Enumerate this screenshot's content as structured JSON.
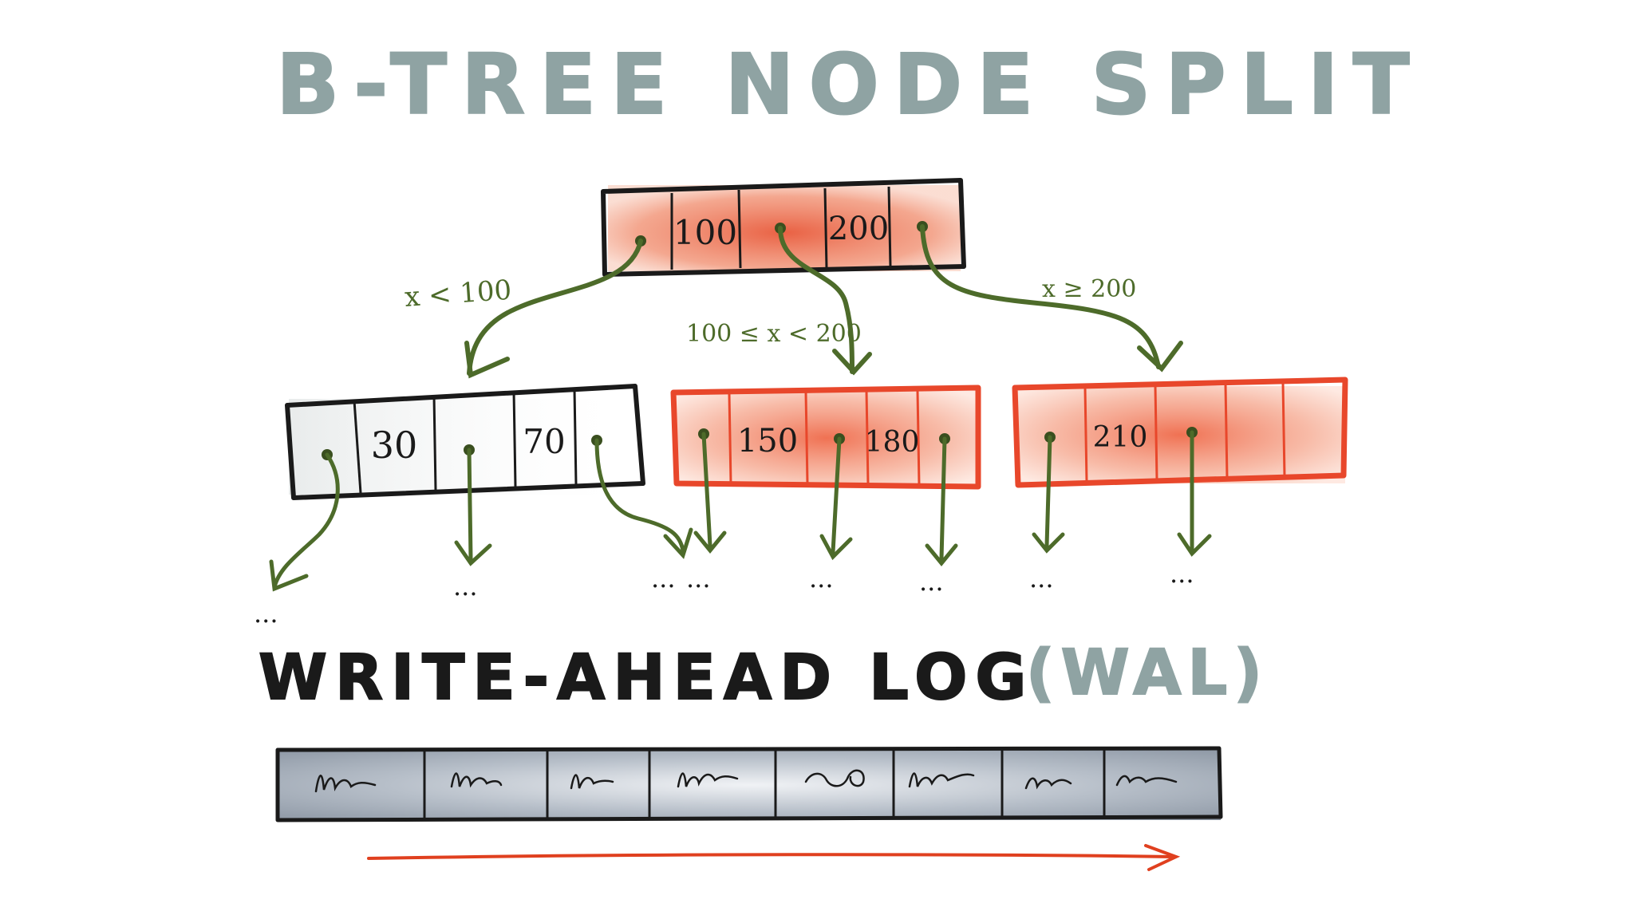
{
  "title": "B-TREE NODE SPLIT",
  "root": {
    "keys": [
      "100",
      "200"
    ],
    "fill": "#e8593a"
  },
  "edge_labels": {
    "left": "x < 100",
    "middle": "100 ≤ x < 200",
    "right": "x ≥ 200"
  },
  "children": [
    {
      "id": "left-child",
      "keys": [
        "30",
        "70"
      ],
      "highlighted": false
    },
    {
      "id": "middle-child",
      "keys": [
        "150",
        "180"
      ],
      "highlighted": true
    },
    {
      "id": "right-child",
      "keys": [
        "210"
      ],
      "highlighted": true
    }
  ],
  "ellipsis": "...",
  "wal": {
    "heading_main": "WRITE-AHEAD LOG",
    "heading_abbr": "(WAL)",
    "entry_count": 8,
    "fill": "#8f99a6"
  },
  "colors": {
    "title": "#8fa3a3",
    "ink": "#1a1a1a",
    "arrow": "#4d6b2a",
    "highlight": "#e8472b",
    "highlight_light": "#f6c2ae",
    "timeline_arrow": "#e0401f",
    "wal_abbr": "#8fa3a3"
  },
  "icons": {
    "pointer": "pointer-dot-icon",
    "arrowhead": "arrowhead-icon",
    "scribble": "scribble-icon"
  }
}
